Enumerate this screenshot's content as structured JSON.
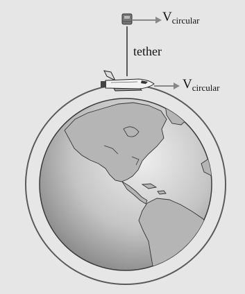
{
  "labels": {
    "v_top_main": "V",
    "v_top_sub": "circular",
    "tether": "tether",
    "v_shuttle_main": "V",
    "v_shuttle_sub": "circular"
  },
  "colors": {
    "background": "#e6e6e6",
    "orbit": "#5a5a5a",
    "ocean_light": "#e3e3e3",
    "ocean_dark": "#8c8c8c",
    "land": "#b9b9b9",
    "tether": "#4a4a4a",
    "arrow": "#888888"
  },
  "icons": {
    "satellite": "satellite-icon",
    "shuttle": "space-shuttle-icon",
    "earth": "earth-globe-icon"
  }
}
